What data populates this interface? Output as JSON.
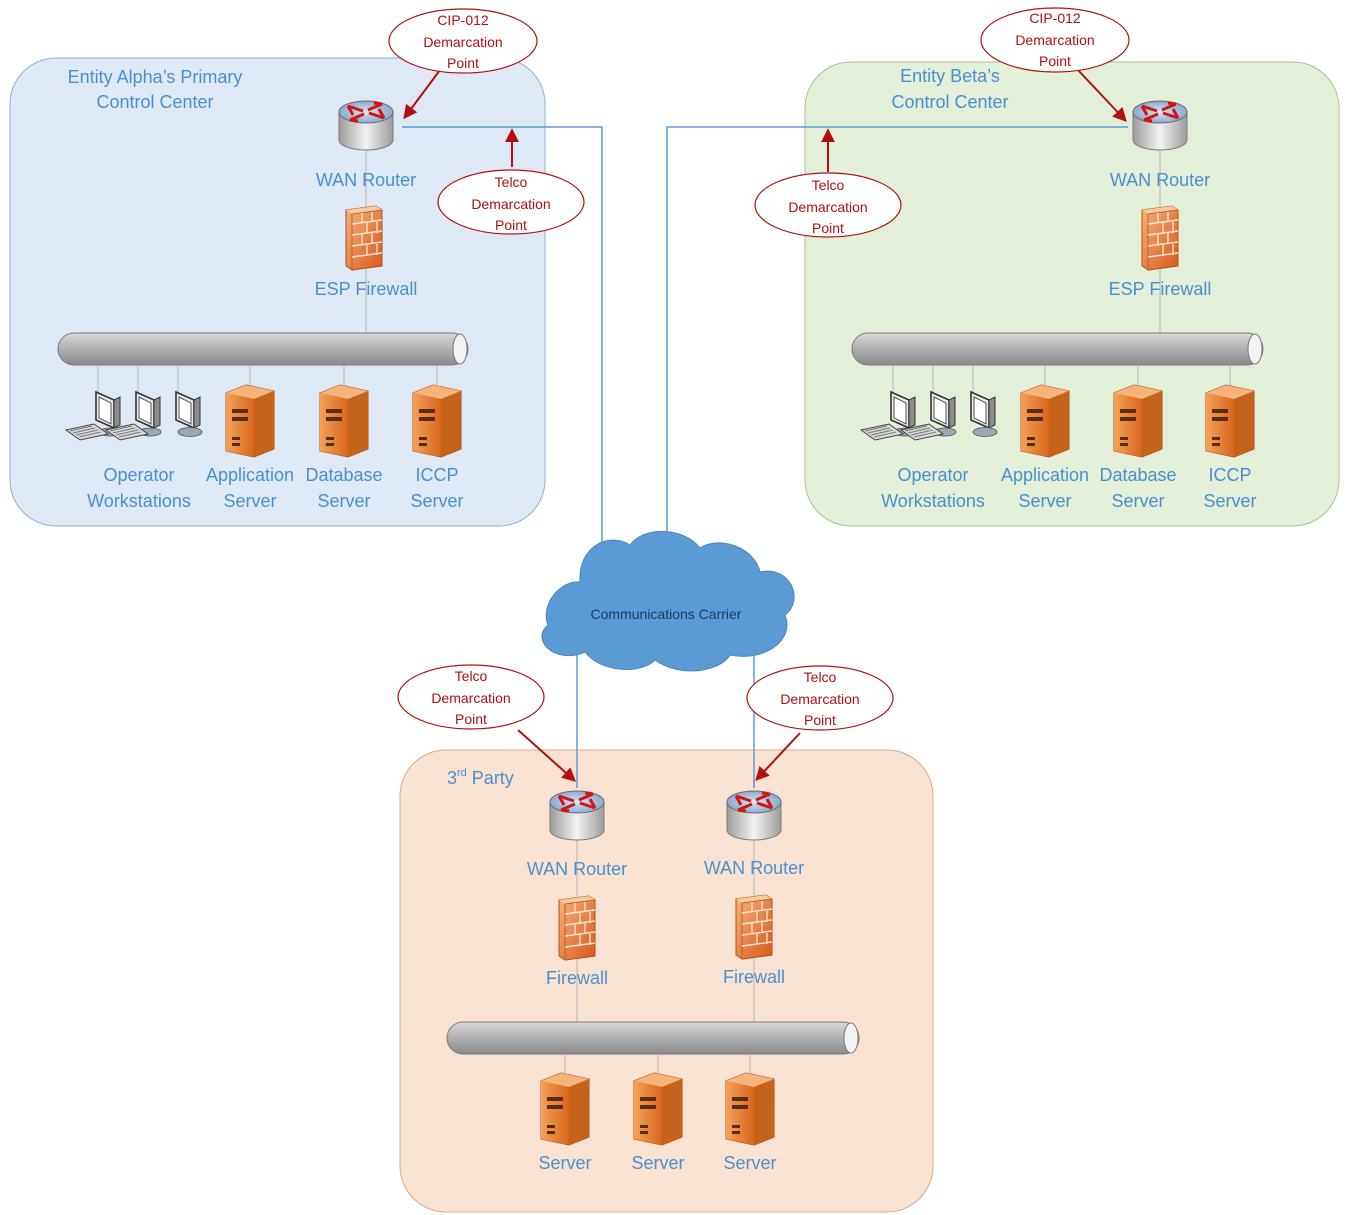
{
  "regions": {
    "alpha": {
      "title_line1": "Entity Alpha’s Primary",
      "title_line2": "Control Center",
      "fill": "#dfe9f5",
      "stroke": "#8fb0d4"
    },
    "beta": {
      "title_line1": "Entity Beta’s",
      "title_line2": "Control Center",
      "fill": "#e3efd9",
      "stroke": "#a5c48f"
    },
    "third": {
      "title_base": "3",
      "title_sup": "rd",
      "title_rest": " Party",
      "fill": "#f9e2d2",
      "stroke": "#d9a98c"
    }
  },
  "alpha": {
    "router_label": "WAN Router",
    "firewall_label": "ESP Firewall",
    "devices": [
      {
        "line1": "Operator",
        "line2": "Workstations"
      },
      {
        "line1": "Application",
        "line2": "Server"
      },
      {
        "line1": "Database",
        "line2": "Server"
      },
      {
        "line1": "ICCP",
        "line2": "Server"
      }
    ]
  },
  "beta": {
    "router_label": "WAN Router",
    "firewall_label": "ESP Firewall",
    "devices": [
      {
        "line1": "Operator",
        "line2": "Workstations"
      },
      {
        "line1": "Application",
        "line2": "Server"
      },
      {
        "line1": "Database",
        "line2": "Server"
      },
      {
        "line1": "ICCP",
        "line2": "Server"
      }
    ]
  },
  "third": {
    "routers": [
      "WAN Router",
      "WAN Router"
    ],
    "firewalls": [
      "Firewall",
      "Firewall"
    ],
    "servers": [
      "Server",
      "Server",
      "Server"
    ]
  },
  "cloud": {
    "label": "Communications Carrier",
    "fill": "#5b9bd5"
  },
  "callouts": {
    "cip_alpha": [
      "CIP-012",
      "Demarcation",
      "Point"
    ],
    "cip_beta": [
      "CIP-012",
      "Demarcation",
      "Point"
    ],
    "telco_alpha": [
      "Telco",
      "Demarcation",
      "Point"
    ],
    "telco_beta": [
      "Telco",
      "Demarcation",
      "Point"
    ],
    "telco_third_left": [
      "Telco",
      "Demarcation",
      "Point"
    ],
    "telco_third_right": [
      "Telco",
      "Demarcation",
      "Point"
    ]
  },
  "colors": {
    "label": "#4a90d0",
    "link": "#5b9bd5",
    "callout_stroke": "#b01010",
    "server_orange": "#e07b2a"
  }
}
